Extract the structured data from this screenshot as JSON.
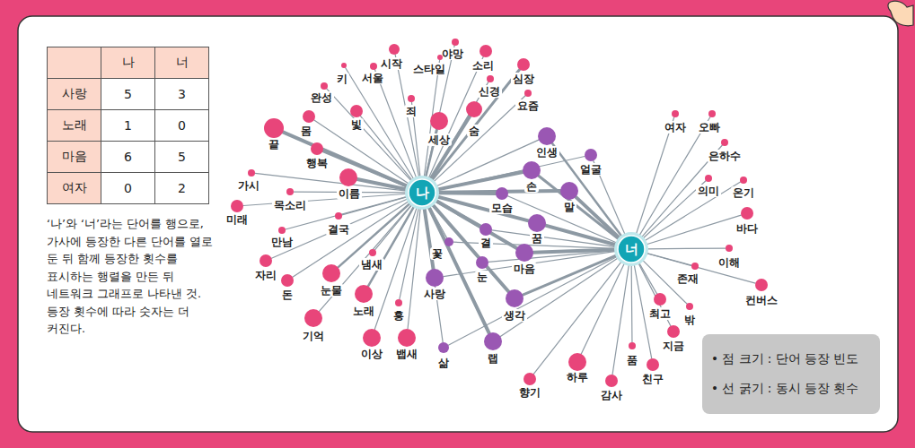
{
  "diagram": {
    "caption": "‘나’와 ‘너’라는 단어를 행으로, 가사에 등장한 다른 단어를 열로 둔 뒤 함께 등장한 횟수를 표시하는 행렬을 만든 뒤 네트워크 그래프로 나타낸 것. 등장 횟수에 따라 숫자는 더 커진다.",
    "nodes": [
      {
        "text": [
          "나"
        ]
      },
      {
        "text": [
          "너"
        ]
      },
      {
        "text": [
          "시작"
        ]
      },
      {
        "text": [
          "야망"
        ]
      },
      {
        "text": [
          "스타일"
        ]
      },
      {
        "text": [
          "소리"
        ]
      },
      {
        "text": [
          "심장"
        ]
      },
      {
        "text": [
          "키"
        ]
      },
      {
        "text": [
          "서울"
        ]
      },
      {
        "text": [
          "신경"
        ]
      },
      {
        "text": [
          "완성"
        ]
      },
      {
        "text": [
          "죄"
        ]
      },
      {
        "text": [
          "요즘"
        ]
      },
      {
        "text": [
          "빛"
        ]
      },
      {
        "text": [
          "숨"
        ]
      },
      {
        "text": [
          "세상"
        ]
      },
      {
        "text": [
          "몸"
        ]
      },
      {
        "text": [
          "끝"
        ]
      },
      {
        "text": [
          "행복"
        ]
      },
      {
        "text": [
          "가시"
        ]
      },
      {
        "text": [
          "이름"
        ]
      },
      {
        "text": [
          "목소리"
        ]
      },
      {
        "text": [
          "미래"
        ]
      },
      {
        "text": [
          "결국"
        ]
      },
      {
        "text": [
          "만남"
        ]
      },
      {
        "text": [
          "냄새"
        ]
      },
      {
        "text": [
          "자리"
        ]
      },
      {
        "text": [
          "눈물"
        ]
      },
      {
        "text": [
          "돈"
        ]
      },
      {
        "text": [
          "노래"
        ]
      },
      {
        "text": [
          "흥"
        ]
      },
      {
        "text": [
          "기억"
        ]
      },
      {
        "text": [
          "이상"
        ]
      },
      {
        "text": [
          "뱁새"
        ]
      },
      {
        "text": [
          "인생"
        ]
      },
      {
        "text": [
          "얼굴"
        ]
      },
      {
        "text": [
          "손"
        ]
      },
      {
        "text": [
          "말"
        ]
      },
      {
        "text": [
          "모습"
        ]
      },
      {
        "text": [
          "꿈"
        ]
      },
      {
        "text": [
          "결"
        ]
      },
      {
        "text": [
          "꽃"
        ]
      },
      {
        "text": [
          "마음"
        ]
      },
      {
        "text": [
          "눈"
        ]
      },
      {
        "text": [
          "사랑"
        ]
      },
      {
        "text": [
          "생각"
        ]
      },
      {
        "text": [
          "랩"
        ]
      },
      {
        "text": [
          "삶"
        ]
      },
      {
        "text": [
          "여자"
        ]
      },
      {
        "text": [
          "오빠"
        ]
      },
      {
        "text": [
          "은하수"
        ]
      },
      {
        "text": [
          "의미"
        ]
      },
      {
        "text": [
          "온기"
        ]
      },
      {
        "text": [
          "바다"
        ]
      },
      {
        "text": [
          "이해"
        ]
      },
      {
        "text": [
          "존재"
        ]
      },
      {
        "text": [
          "컨버스"
        ]
      },
      {
        "text": [
          "최고"
        ]
      },
      {
        "text": [
          "밖"
        ]
      },
      {
        "text": [
          "지금"
        ]
      },
      {
        "text": [
          "품"
        ]
      },
      {
        "text": [
          "친구"
        ]
      },
      {
        "text": [
          "감사"
        ]
      },
      {
        "text": [
          "하루"
        ]
      },
      {
        "text": [
          "향기"
        ]
      }
    ],
    "edges": [
      {
        "from": 0,
        "to": 2,
        "arrow": "none"
      },
      {
        "from": 0,
        "to": 3,
        "arrow": "none"
      },
      {
        "from": 0,
        "to": 4,
        "arrow": "none"
      },
      {
        "from": 0,
        "to": 5,
        "arrow": "none"
      },
      {
        "from": 0,
        "to": 6,
        "arrow": "none"
      },
      {
        "from": 0,
        "to": 7,
        "arrow": "none"
      },
      {
        "from": 0,
        "to": 8,
        "arrow": "none"
      },
      {
        "from": 0,
        "to": 9,
        "arrow": "none"
      },
      {
        "from": 0,
        "to": 10,
        "arrow": "none"
      },
      {
        "from": 0,
        "to": 11,
        "arrow": "none"
      },
      {
        "from": 0,
        "to": 12,
        "arrow": "none"
      },
      {
        "from": 0,
        "to": 13,
        "arrow": "none"
      },
      {
        "from": 0,
        "to": 14,
        "arrow": "none"
      },
      {
        "from": 0,
        "to": 15,
        "arrow": "none"
      },
      {
        "from": 0,
        "to": 16,
        "arrow": "none"
      },
      {
        "from": 0,
        "to": 17,
        "arrow": "none"
      },
      {
        "from": 0,
        "to": 18,
        "arrow": "none"
      },
      {
        "from": 0,
        "to": 19,
        "arrow": "none"
      },
      {
        "from": 0,
        "to": 20,
        "arrow": "none"
      },
      {
        "from": 0,
        "to": 21,
        "arrow": "none"
      },
      {
        "from": 0,
        "to": 22,
        "arrow": "none"
      },
      {
        "from": 0,
        "to": 23,
        "arrow": "none"
      },
      {
        "from": 0,
        "to": 24,
        "arrow": "none"
      },
      {
        "from": 0,
        "to": 25,
        "arrow": "none"
      },
      {
        "from": 0,
        "to": 26,
        "arrow": "none"
      },
      {
        "from": 0,
        "to": 27,
        "arrow": "none"
      },
      {
        "from": 0,
        "to": 28,
        "arrow": "none"
      },
      {
        "from": 0,
        "to": 29,
        "arrow": "none"
      },
      {
        "from": 0,
        "to": 30,
        "arrow": "none"
      },
      {
        "from": 0,
        "to": 31,
        "arrow": "none"
      },
      {
        "from": 0,
        "to": 32,
        "arrow": "none"
      },
      {
        "from": 0,
        "to": 33,
        "arrow": "none"
      },
      {
        "from": 0,
        "to": 34,
        "arrow": "none"
      },
      {
        "from": 1,
        "to": 34,
        "arrow": "none"
      },
      {
        "from": 0,
        "to": 35,
        "arrow": "none"
      },
      {
        "from": 1,
        "to": 35,
        "arrow": "none"
      },
      {
        "from": 0,
        "to": 36,
        "arrow": "none"
      },
      {
        "from": 1,
        "to": 36,
        "arrow": "none"
      },
      {
        "from": 0,
        "to": 37,
        "arrow": "none"
      },
      {
        "from": 1,
        "to": 37,
        "arrow": "none"
      },
      {
        "from": 0,
        "to": 38,
        "arrow": "none"
      },
      {
        "from": 1,
        "to": 38,
        "arrow": "none"
      },
      {
        "from": 0,
        "to": 39,
        "arrow": "none"
      },
      {
        "from": 1,
        "to": 39,
        "arrow": "none"
      },
      {
        "from": 0,
        "to": 40,
        "arrow": "none"
      },
      {
        "from": 1,
        "to": 40,
        "arrow": "none"
      },
      {
        "from": 0,
        "to": 41,
        "arrow": "none"
      },
      {
        "from": 1,
        "to": 41,
        "arrow": "none"
      },
      {
        "from": 0,
        "to": 42,
        "arrow": "none"
      },
      {
        "from": 1,
        "to": 42,
        "arrow": "none"
      },
      {
        "from": 0,
        "to": 43,
        "arrow": "none"
      },
      {
        "from": 1,
        "to": 43,
        "arrow": "none"
      },
      {
        "from": 0,
        "to": 44,
        "arrow": "none"
      },
      {
        "from": 1,
        "to": 44,
        "arrow": "none"
      },
      {
        "from": 0,
        "to": 45,
        "arrow": "none"
      },
      {
        "from": 1,
        "to": 45,
        "arrow": "none"
      },
      {
        "from": 0,
        "to": 46,
        "arrow": "none"
      },
      {
        "from": 1,
        "to": 46,
        "arrow": "none"
      },
      {
        "from": 0,
        "to": 47,
        "arrow": "none"
      },
      {
        "from": 1,
        "to": 47,
        "arrow": "none"
      },
      {
        "from": 1,
        "to": 48,
        "arrow": "none"
      },
      {
        "from": 1,
        "to": 49,
        "arrow": "none"
      },
      {
        "from": 1,
        "to": 50,
        "arrow": "none"
      },
      {
        "from": 1,
        "to": 51,
        "arrow": "none"
      },
      {
        "from": 1,
        "to": 52,
        "arrow": "none"
      },
      {
        "from": 1,
        "to": 53,
        "arrow": "none"
      },
      {
        "from": 1,
        "to": 54,
        "arrow": "none"
      },
      {
        "from": 1,
        "to": 55,
        "arrow": "none"
      },
      {
        "from": 1,
        "to": 56,
        "arrow": "none"
      },
      {
        "from": 1,
        "to": 57,
        "arrow": "none"
      },
      {
        "from": 1,
        "to": 58,
        "arrow": "none"
      },
      {
        "from": 1,
        "to": 59,
        "arrow": "none"
      },
      {
        "from": 1,
        "to": 60,
        "arrow": "none"
      },
      {
        "from": 1,
        "to": 61,
        "arrow": "none"
      },
      {
        "from": 1,
        "to": 62,
        "arrow": "none"
      },
      {
        "from": 1,
        "to": 63,
        "arrow": "none"
      },
      {
        "from": 1,
        "to": 64,
        "arrow": "none"
      }
    ],
    "labels": [
      "나",
      "너",
      "사랑",
      "5",
      "3",
      "노래",
      "1",
      "0",
      "마음",
      "6",
      "5",
      "여자",
      "0",
      "2"
    ],
    "legend": [
      {
        "text": "• 점 크기 : 단어 등장 빈도"
      },
      {
        "text": "• 선 굵기 : 동시 등장 횟수"
      }
    ]
  }
}
